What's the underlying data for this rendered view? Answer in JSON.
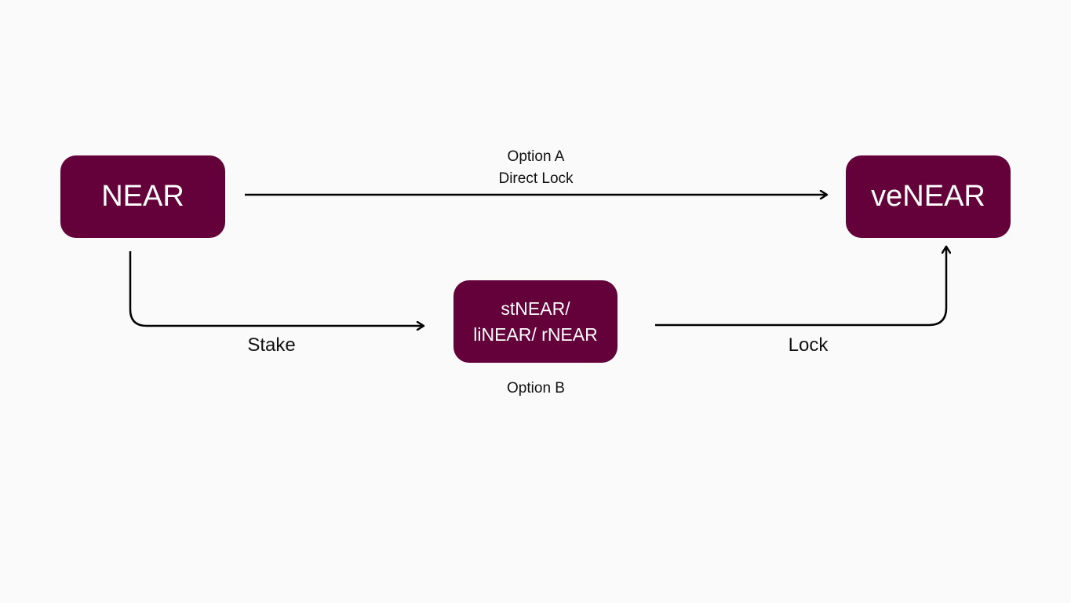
{
  "colors": {
    "background": "#fafafa",
    "node": "#64003a",
    "node_text": "#ffffff",
    "line": "#000000",
    "label_text": "#111111"
  },
  "nodes": {
    "near": {
      "label": "NEAR"
    },
    "venear": {
      "label": "veNEAR"
    },
    "staked": {
      "line1": "stNEAR/",
      "line2": "liNEAR/ rNEAR"
    }
  },
  "edges": {
    "option_a": {
      "title": "Option A",
      "subtitle": "Direct Lock"
    },
    "stake": {
      "label": "Stake"
    },
    "lock": {
      "label": "Lock"
    },
    "option_b": {
      "title": "Option B"
    }
  }
}
